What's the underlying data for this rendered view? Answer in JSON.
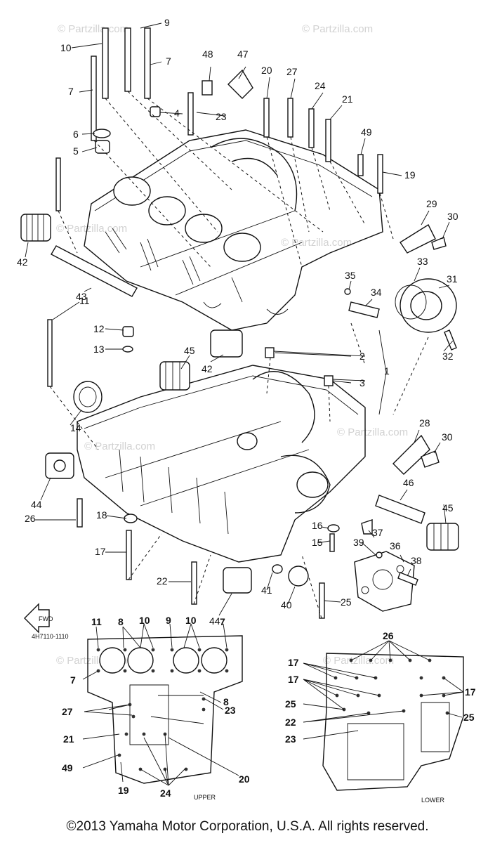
{
  "watermark": "© Partzilla.com",
  "diagram_code": "4H7110-1110",
  "front_label": "FWD",
  "upper_label": "UPPER",
  "lower_label": "LOWER",
  "callouts": [
    "10",
    "9",
    "7",
    "7",
    "48",
    "47",
    "20",
    "27",
    "24",
    "21",
    "4",
    "23",
    "6",
    "5",
    "49",
    "19",
    "29",
    "30",
    "42",
    "43",
    "33",
    "31",
    "35",
    "34",
    "32",
    "11",
    "12",
    "13",
    "2",
    "45",
    "42",
    "3",
    "1",
    "14",
    "28",
    "30",
    "44",
    "46",
    "45",
    "26",
    "18",
    "16",
    "37",
    "39",
    "15",
    "36",
    "38",
    "17",
    "22",
    "41",
    "40",
    "25",
    "44"
  ],
  "upper_callouts": [
    "11",
    "8",
    "10",
    "9",
    "10",
    "7",
    "7",
    "27",
    "8",
    "23",
    "21",
    "49",
    "19",
    "24",
    "20"
  ],
  "lower_callouts": [
    "26",
    "17",
    "17",
    "17",
    "25",
    "22",
    "23",
    "25"
  ],
  "copyright": "©2013 Yamaha Motor Corporation, U.S.A. All rights reserved."
}
